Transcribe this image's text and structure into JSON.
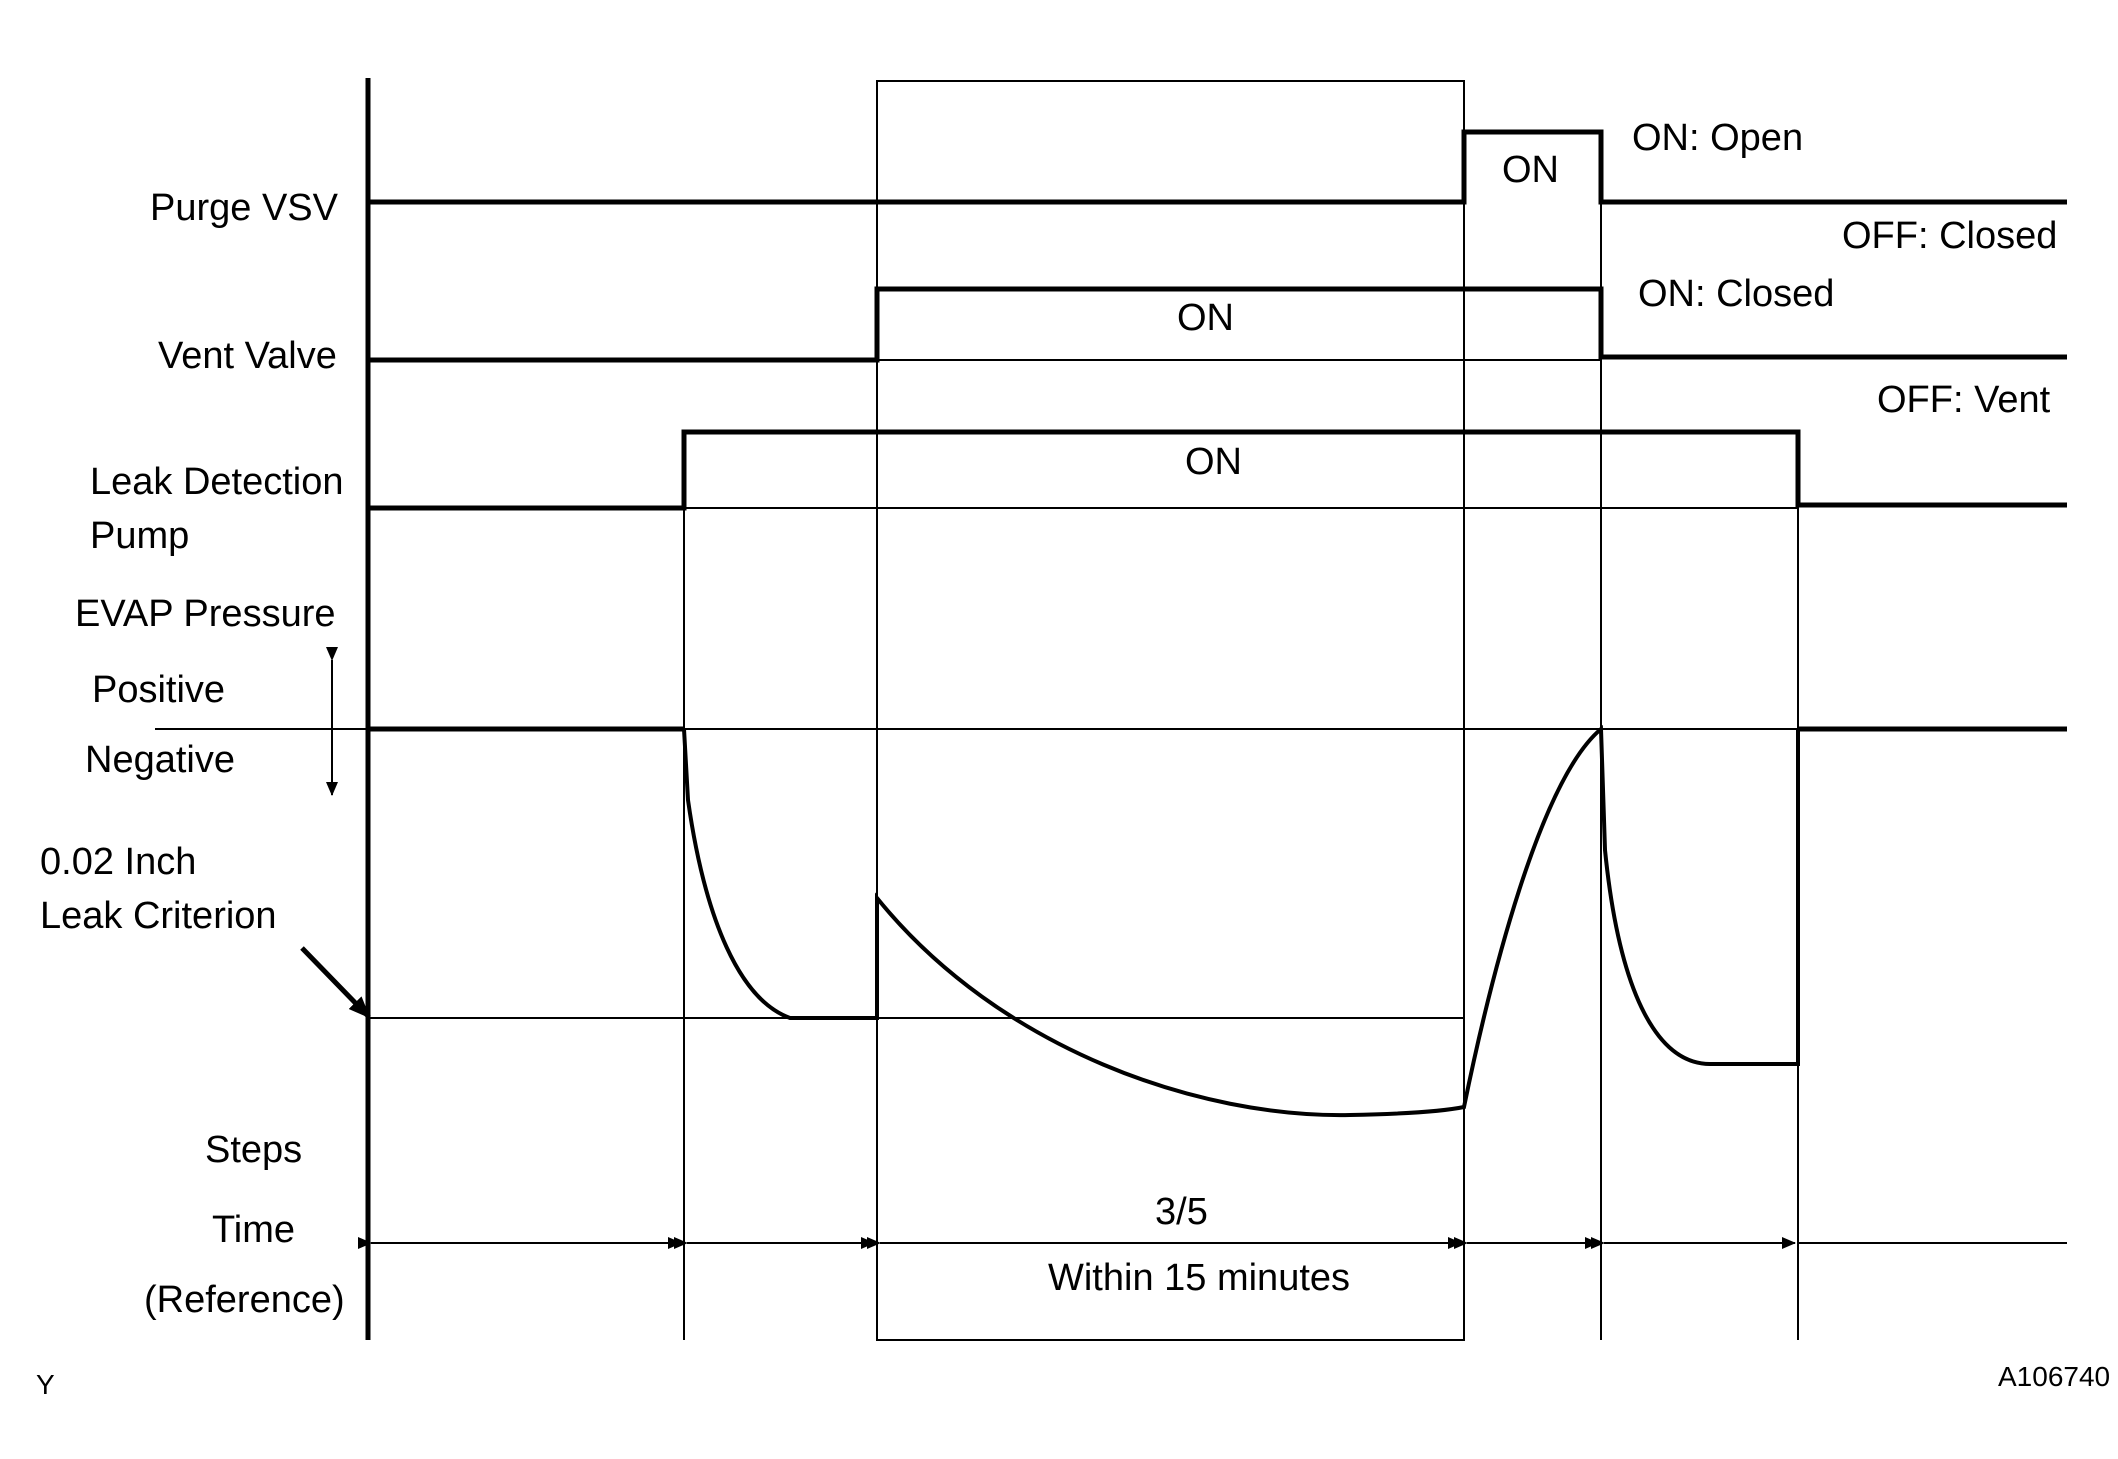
{
  "signals": {
    "purge_vsv": "Purge VSV",
    "vent_valve": "Vent Valve",
    "leak_pump_line1": "Leak Detection",
    "leak_pump_line2": "Pump",
    "evap_pressure": "EVAP Pressure",
    "positive": "Positive",
    "negative": "Negative",
    "criterion_line1": "0.02 Inch",
    "criterion_line2": "Leak Criterion",
    "steps": "Steps",
    "time": "Time",
    "reference": "(Reference)"
  },
  "states": {
    "purge_on": "ON",
    "purge_on_desc": "ON: Open",
    "purge_off_desc": "OFF: Closed",
    "vent_on": "ON",
    "vent_on_desc": "ON: Closed",
    "vent_off_desc": "OFF: Vent",
    "pump_on": "ON"
  },
  "timing": {
    "step_label": "3/5",
    "duration": "Within 15 minutes"
  },
  "corner_left": "Y",
  "figure_id": "A106740"
}
